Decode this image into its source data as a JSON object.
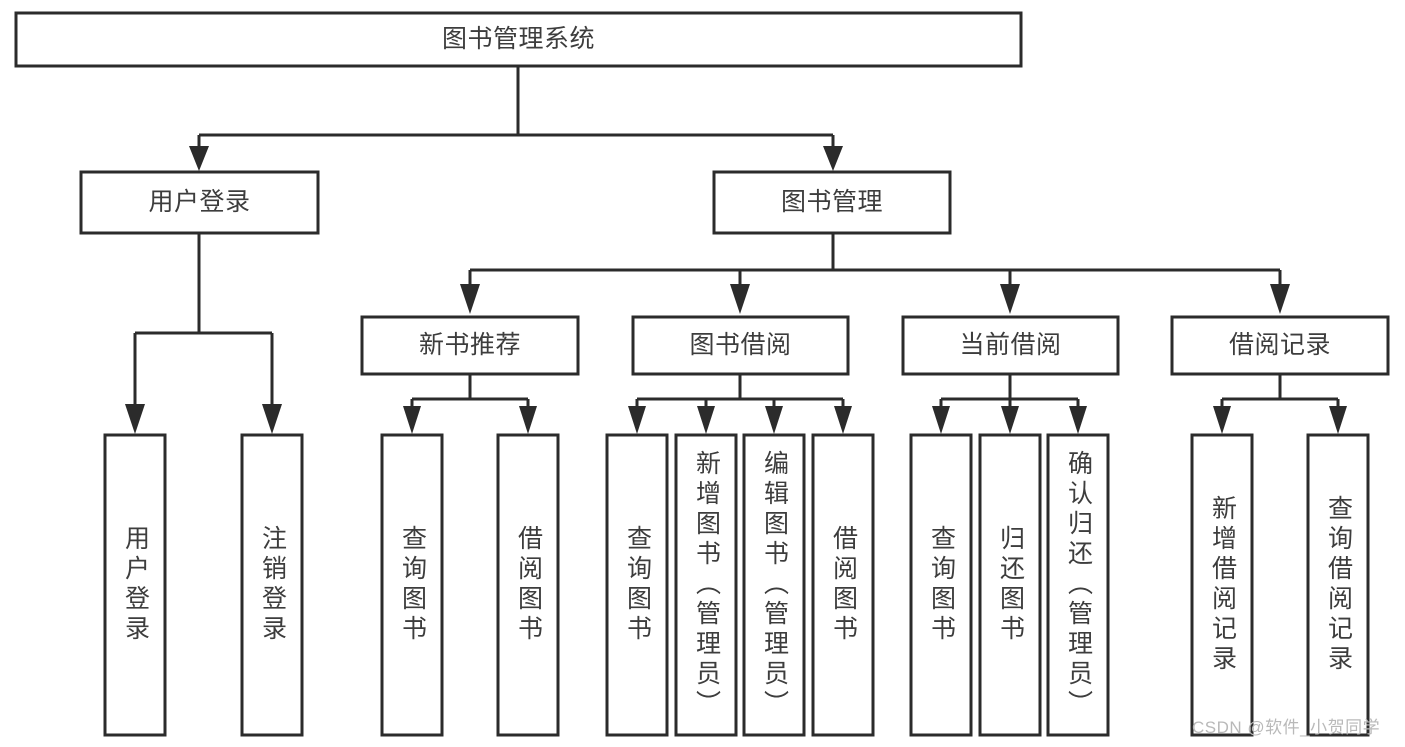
{
  "diagram": {
    "title": "图书管理系统",
    "type": "tree-hierarchy-chart",
    "colors": {
      "stroke": "#2b2b2b",
      "fill": "#ffffff",
      "text": "#3d3d3d",
      "watermark": "#b9b9b9"
    },
    "nodes": {
      "root": {
        "label": "图书管理系统"
      },
      "level1": [
        {
          "label": "用户登录"
        },
        {
          "label": "图书管理"
        }
      ],
      "level2": [
        {
          "label": "新书推荐"
        },
        {
          "label": "图书借阅"
        },
        {
          "label": "当前借阅"
        },
        {
          "label": "借阅记录"
        }
      ],
      "leaves": {
        "user_login": [
          {
            "label": "用户登录"
          },
          {
            "label": "注销登录"
          }
        ],
        "new_book_recommend": [
          {
            "label": "查询图书"
          },
          {
            "label": "借阅图书"
          }
        ],
        "book_borrow": [
          {
            "label": "查询图书"
          },
          {
            "label": "新增图书（管理员）"
          },
          {
            "label": "编辑图书（管理员）"
          },
          {
            "label": "借阅图书"
          }
        ],
        "current_borrow": [
          {
            "label": "查询图书"
          },
          {
            "label": "归还图书"
          },
          {
            "label": "确认归还（管理员）"
          }
        ],
        "borrow_record": [
          {
            "label": "新增借阅记录"
          },
          {
            "label": "查询借阅记录"
          }
        ]
      }
    }
  },
  "watermark": {
    "text": "CSDN @软件_小贺同学"
  }
}
